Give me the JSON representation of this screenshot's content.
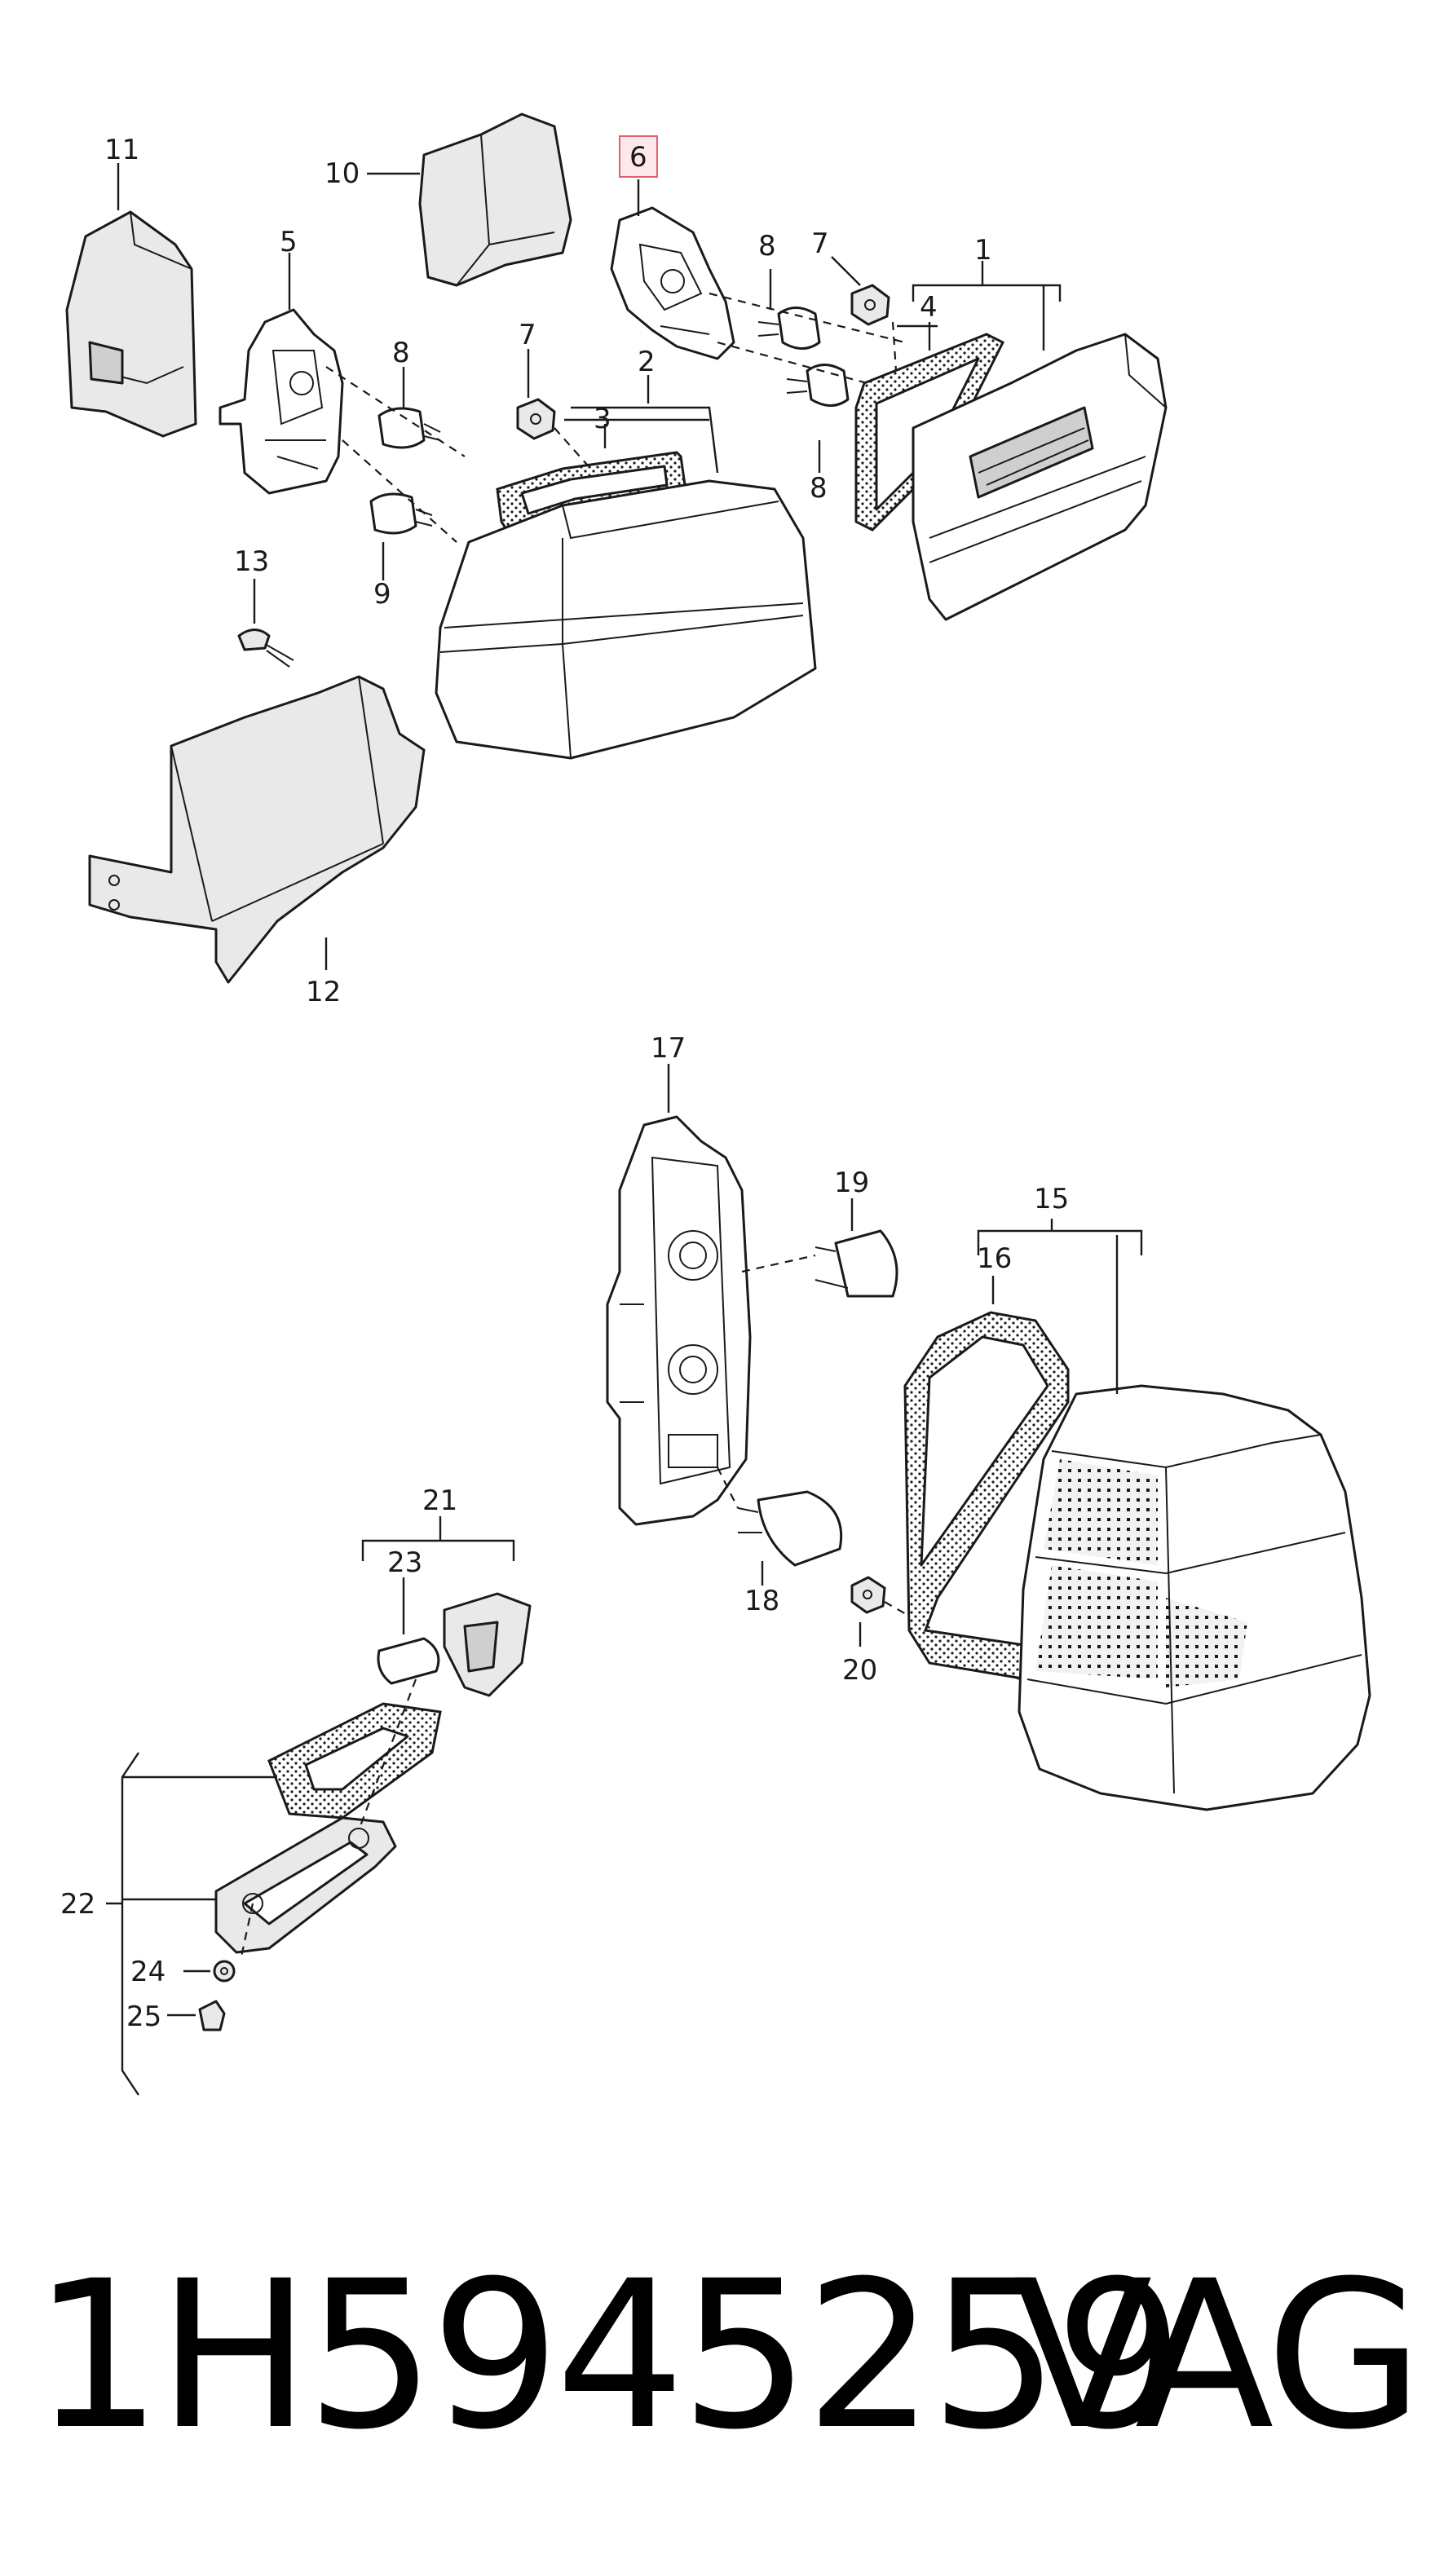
{
  "callouts": {
    "c1": "1",
    "c2": "2",
    "c3": "3",
    "c4": "4",
    "c5": "5",
    "c6": "6",
    "c7a": "7",
    "c7b": "7",
    "c8a": "8",
    "c8b": "8",
    "c8c": "8",
    "c9": "9",
    "c10": "10",
    "c11": "11",
    "c12": "12",
    "c13": "13",
    "c15": "15",
    "c16": "16",
    "c17": "17",
    "c18": "18",
    "c19": "19",
    "c20": "20",
    "c21": "21",
    "c22": "22",
    "c23": "23",
    "c24": "24",
    "c25": "25"
  },
  "highlight": {
    "callout": "6",
    "color": "#e06070"
  },
  "footer": {
    "part_number": "1H5945259",
    "brand": "VAG"
  }
}
